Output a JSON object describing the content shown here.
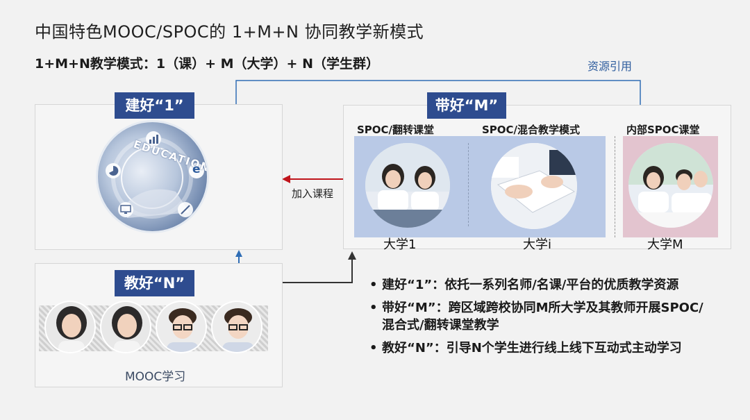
{
  "title": "中国特色MOOC/SPOC的 1+M+N 协同教学新模式",
  "subtitle": "1+M+N教学模式：1（课）+ M（大学）+ N（学生群）",
  "build_one": {
    "tag": "建好“1”",
    "icon_text": "EDUCATION",
    "icon_e": "e"
  },
  "teach_n": {
    "tag": "教好“N”",
    "caption": "MOOC学习",
    "student_count": 4
  },
  "lead_m": {
    "tag": "带好“M”",
    "columns": [
      {
        "heading": "SPOC/翻转课堂",
        "caption": "大学1"
      },
      {
        "heading": "SPOC/混合教学模式",
        "caption": "大学i"
      },
      {
        "heading": "内部SPOC课堂",
        "caption": "大学M"
      }
    ]
  },
  "arrows": {
    "resource_reference": "资源引用",
    "join_course": "加入课程"
  },
  "bullet_points": [
    {
      "bullet": "•",
      "text": "建好“1”：依托一系列名师/名课/平台的优质教学资源"
    },
    {
      "bullet": "•",
      "text": "带好“M”：跨区域跨校协同M所大学及其教师开展SPOC/混合式/翻转课堂教学"
    },
    {
      "bullet": "•",
      "text": "教好“N”：引导N个学生进行线上线下互动式主动学习"
    }
  ],
  "colors": {
    "tag_blue": "#2e4c8f",
    "connector_blue": "#2f6db5",
    "join_arrow_red": "#c0141b",
    "m_column_blue": "#b9c9e6",
    "m_internal_pink": "#e3c4cf",
    "resource_label": "#2f5d9e"
  }
}
